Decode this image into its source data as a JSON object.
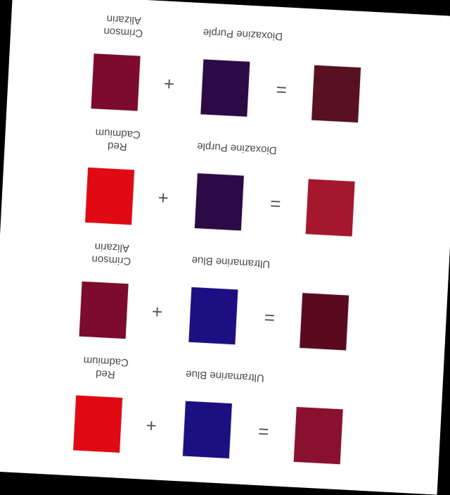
{
  "rows": [
    {
      "first_label": [
        "Alizarin",
        "Crimson"
      ],
      "second_label": [
        "Dioxazine Purple"
      ],
      "first_color": "#7c0b2e",
      "second_color": "#2b0a46",
      "result_color": "#591020",
      "plus": "+",
      "equals": "="
    },
    {
      "first_label": [
        "Cadmium",
        "Red"
      ],
      "second_label": [
        "Dioxazine Purple"
      ],
      "first_color": "#e00a14",
      "second_color": "#2b0a46",
      "result_color": "#a4172d",
      "plus": "+",
      "equals": "="
    },
    {
      "first_label": [
        "Alizarin",
        "Crimson"
      ],
      "second_label": [
        "Ultramarine Blue"
      ],
      "first_color": "#7c0b2e",
      "second_color": "#1c0f82",
      "result_color": "#5a0a1e",
      "plus": "+",
      "equals": "="
    },
    {
      "first_label": [
        "Cadmium",
        "Red"
      ],
      "second_label": [
        "Ultramarine Blue"
      ],
      "first_color": "#e00a14",
      "second_color": "#1c0f82",
      "result_color": "#8a1030",
      "plus": "+",
      "equals": "="
    }
  ]
}
